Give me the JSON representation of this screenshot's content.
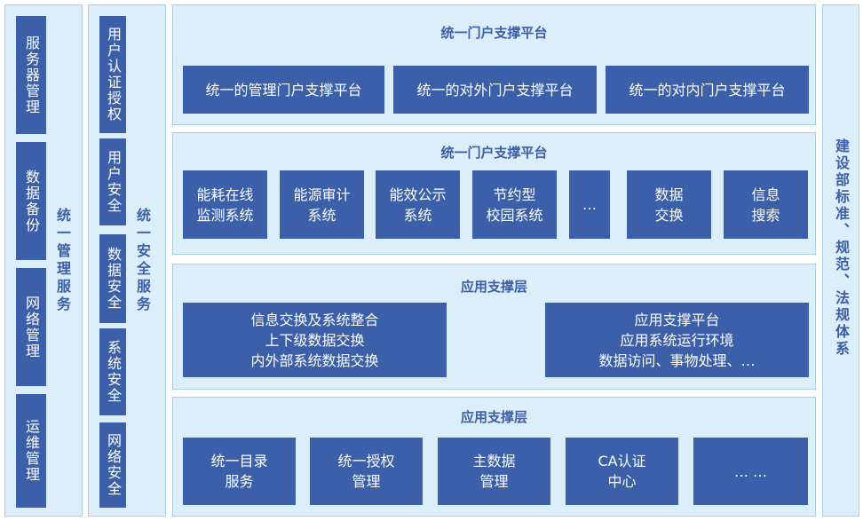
{
  "left_management": {
    "label": "统一管理服务",
    "items": [
      "服务器管理",
      "数据备份",
      "网络管理",
      "运维管理"
    ]
  },
  "left_security": {
    "label": "统一安全服务",
    "items": [
      "用户认证授权",
      "用户安全",
      "数据安全",
      "系统安全",
      "网络安全"
    ]
  },
  "right_panel": {
    "label": "建设部标准、规范、法规体系"
  },
  "layers": [
    {
      "title": "统一门户支撑平台",
      "boxes": [
        [
          "统一的管理门户支撑平台"
        ],
        [
          "统一的对外门户支撑平台"
        ],
        [
          "统一的对内门户支撑平台"
        ]
      ]
    },
    {
      "title": "统一门户支撑平台",
      "boxes": [
        [
          "能耗在线",
          "监测系统"
        ],
        [
          "能源审计",
          "系统"
        ],
        [
          "能效公示",
          "系统"
        ],
        [
          "节约型",
          "校园系统"
        ],
        [
          "…"
        ],
        [
          "数据",
          "交换"
        ],
        [
          "信息",
          "搜索"
        ]
      ]
    },
    {
      "title": "应用支撑层",
      "boxes": [
        [
          "信息交换及系统整合",
          "上下级数据交换",
          "内外部系统数据交换"
        ],
        [
          "应用支撑平台",
          "应用系统运行环境",
          "数据访问、事物处理、…"
        ]
      ]
    },
    {
      "title": "应用支撑层",
      "boxes": [
        [
          "统一目录",
          "服务"
        ],
        [
          "统一授权",
          "管理"
        ],
        [
          "主数据",
          "管理"
        ],
        [
          "CA认证",
          "中心"
        ],
        [
          "… …"
        ]
      ]
    }
  ],
  "colors": {
    "panel_bg": "#dceef9",
    "panel_border": "#a7cfe9",
    "box_fill": "#3b5fa9",
    "title_text": "#3b5fa9"
  }
}
